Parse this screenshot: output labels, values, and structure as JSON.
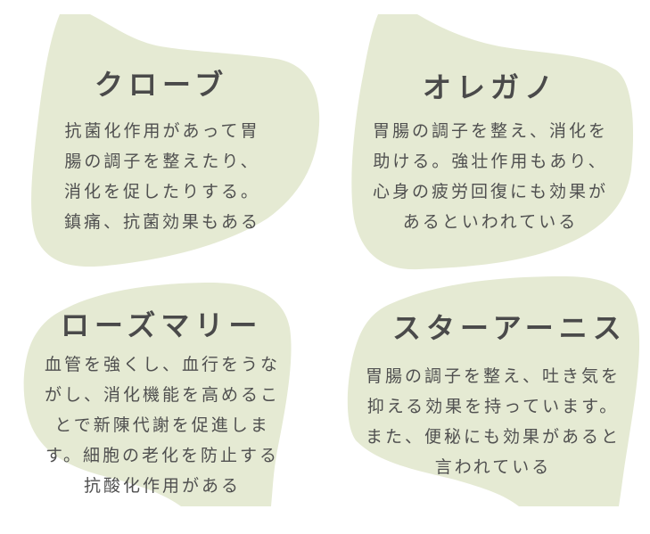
{
  "colors": {
    "background": "#ffffff",
    "blob": "#e5ead3",
    "title": "#4a4a4a",
    "body": "#505050"
  },
  "cards": [
    {
      "title": "クローブ",
      "lines": [
        "抗菌化作用があって胃",
        "腸の調子を整えたり、",
        "消化を促したりする。",
        "鎮痛、抗菌効果もある"
      ]
    },
    {
      "title": "オレガノ",
      "lines": [
        "胃腸の調子を整え、消化を",
        "助ける。強壮作用もあり、",
        "心身の疲労回復にも効果が",
        "あるといわれている"
      ]
    },
    {
      "title": "ローズマリー",
      "lines": [
        "血管を強くし、血行をうな",
        "がし、消化機能を高めるこ",
        "とで新陳代謝を促進しま",
        "す。細胞の老化を防止する",
        "抗酸化作用がある"
      ]
    },
    {
      "title": "スターアーニス",
      "lines": [
        "胃腸の調子を整え、吐き気を",
        "抑える効果を持っています。",
        "また、便秘にも効果があると",
        "言われている"
      ]
    }
  ]
}
